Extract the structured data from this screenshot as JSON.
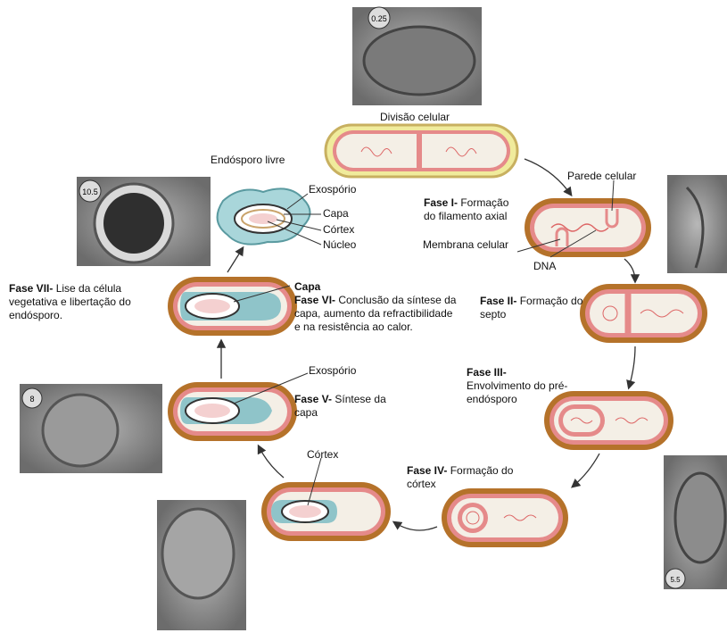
{
  "micrographs": {
    "top": "0.25",
    "left_top": "10.5",
    "left_mid": "8",
    "right_lower": "5.5"
  },
  "labels": {
    "divisao": "Divisão celular",
    "endosporo_livre": "Endósporo livre",
    "exosporio_top": "Exospório",
    "capa_top": "Capa",
    "cortex_top": "Córtex",
    "nucleo": "Núcleo",
    "parede": "Parede celular",
    "membrana": "Membrana celular",
    "dna": "DNA",
    "capa_bold": "Capa",
    "exosporio_mid": "Exospório",
    "cortex_low": "Córtex"
  },
  "phases": {
    "f1": {
      "name": "Fase I-",
      "desc": " Formação do filamento axial"
    },
    "f2": {
      "name": "Fase II-",
      "desc": " Formação do septo"
    },
    "f3": {
      "name": "Fase III-",
      "desc": "Envolvimento do pré-endósporo"
    },
    "f4": {
      "name": "Fase IV-",
      "desc": " Formação do córtex"
    },
    "f5": {
      "name": "Fase V-",
      "desc": " Síntese da capa"
    },
    "f6": {
      "name": "Fase VI-",
      "desc": " Conclusão da síntese da capa, aumento da refractibilidade e na resistência ao calor."
    },
    "f7": {
      "name": "Fase VII-",
      "desc": " Lise da célula vegetativa e libertação do endósporo."
    }
  },
  "colors": {
    "outer_wall": "#b5722a",
    "membrane": "#e58a8a",
    "cytoplasm": "#f4efe6",
    "spore_coat": "#8fc4c9",
    "micrograph": "#8a8a8a"
  }
}
